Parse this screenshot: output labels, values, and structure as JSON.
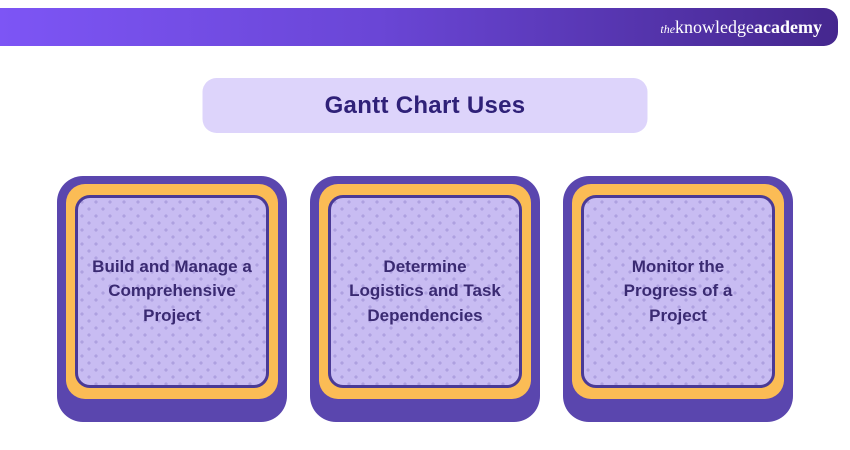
{
  "header": {
    "logo": {
      "the": "the",
      "knowledge": "knowledge",
      "academy": "academy"
    },
    "gradient_left": "#7D55F5",
    "gradient_right": "#45278E",
    "text_color": "#FFFFFF"
  },
  "title": {
    "label": "Gantt Chart Uses",
    "background": "#DDD4FB",
    "text_color": "#2F2178"
  },
  "cards": [
    {
      "label": "Build and Manage a Comprehensive Project"
    },
    {
      "label": "Determine Logistics and Task Dependencies"
    },
    {
      "label": "Monitor the Progress of a Project"
    }
  ],
  "colors": {
    "card_outer": "#5A46AE",
    "card_ring": "#FBBC55",
    "card_inner_bg": "#C8BCF2",
    "card_inner_border": "#4A3A96",
    "card_text": "#3A2A72",
    "page_background": "#FFFFFF"
  }
}
